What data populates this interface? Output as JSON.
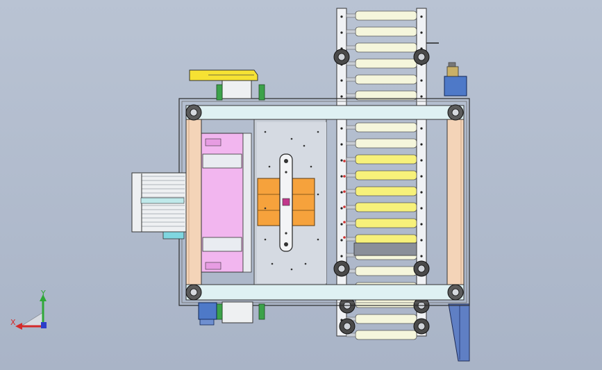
{
  "viewport": {
    "background": "#b1bccd",
    "triad": {
      "x_label": "X",
      "y_label": "Y",
      "x_color": "#d42a2a",
      "y_color": "#2fa838",
      "z_color": "#2b3ec9"
    }
  },
  "model": {
    "parts": [
      "frame-outer",
      "left-motor",
      "pink-carriage",
      "orange-lift-plate",
      "center-slide-rail",
      "roller-conveyor",
      "top-cross-beam",
      "bottom-cross-beam",
      "left-side-beam",
      "right-side-beam",
      "yellow-guard",
      "blue-gear-motor-top",
      "blue-gear-motor-bottom",
      "blue-chute"
    ],
    "colors": {
      "frame": "#e9ecf1",
      "beam_fill": "#dff1f3",
      "side_beam": "#f4d4b8",
      "pink": "#f2b6ef",
      "orange": "#f6a23c",
      "roller_light": "#f5f6dc",
      "roller_yellow": "#f7f17a",
      "guard_yellow": "#f6e233",
      "motor_blue": "#4e79c8",
      "chute_blue": "#5f7fc4",
      "outline": "#2c2c2c"
    }
  }
}
